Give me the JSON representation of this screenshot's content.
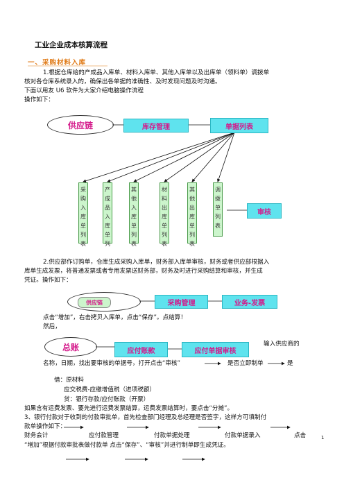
{
  "doc": {
    "title": "工业企业成本核算流程",
    "section1": "一、采购材料入库",
    "p1_line1": "1.根据仓库给的产成品入库单、材料入库单、其他入库单以及出库单（领料单）调拨单",
    "p1_line2": "核对各仓库系统录入的，确保出各单据的准确性、及时发现问题及时沟通。",
    "p1_line3": "下面以用友 U6 软件为大家介绍电脑操作流程",
    "p1_line4": "操作如下：",
    "flow1": {
      "supply": "供应链",
      "inventory": "库存管理",
      "doclist": "单据列表",
      "audit": "审核",
      "columns": [
        "采购入库单列表",
        "产成品入库单列",
        "其他入库单列表",
        "材料出库单列表",
        "其他出库单列表",
        "调拨单列表"
      ]
    },
    "p2_line1": "2.供应部作订购单，仓库生成采购入库单，财务部入库单审核，财务或者供应部根据入",
    "p2_line2": "库单生成发票，将普通发票或者专用发票送财务部，财务及时进行采购结算和审核，并生成",
    "p2_line3": "凭证。操作如下：",
    "flow2": {
      "supply": "供应链",
      "purchase": "采购管理",
      "business": "业务-发票"
    },
    "p2_after1": "点击“增加”，右击拷贝入库单，点击“保存”。点结算！",
    "p2_after2": "然后，",
    "flow3": {
      "ledger": "总账",
      "payable": "应付账款",
      "audit": "应付单据审核",
      "note": "输入供应商的"
    },
    "p3_line1_a": "名称，日期，找出要审核的单据号，打开点击“审核”",
    "p3_line1_b": "是否立即制单",
    "p3_line1_c": "是",
    "entry": {
      "debit": "借：原材料",
      "tax": "应交税费-应缴增值税（进项税额）",
      "credit": "贷：银行存款/应付账款（开票）"
    },
    "p4": "如果含有运费发票、要先进行运费发票结算，运费发票结算时，要点击“分摊”。",
    "p5_line1": "3、银行付款对于收到的付款审批单，首先检查部门经理及总经理是否签字，这样方可填制付",
    "p5_line2": "款单操作如下：",
    "p6": {
      "a": "财务会计",
      "b": "应付款管理",
      "c": "付款单据处理",
      "d": "付款单据录入",
      "e": "点击"
    },
    "p7": "“增加”根据付款审批表做付款单        点击“保存”、“审核”并进行制单即生成凭证。",
    "page_number": "1"
  }
}
